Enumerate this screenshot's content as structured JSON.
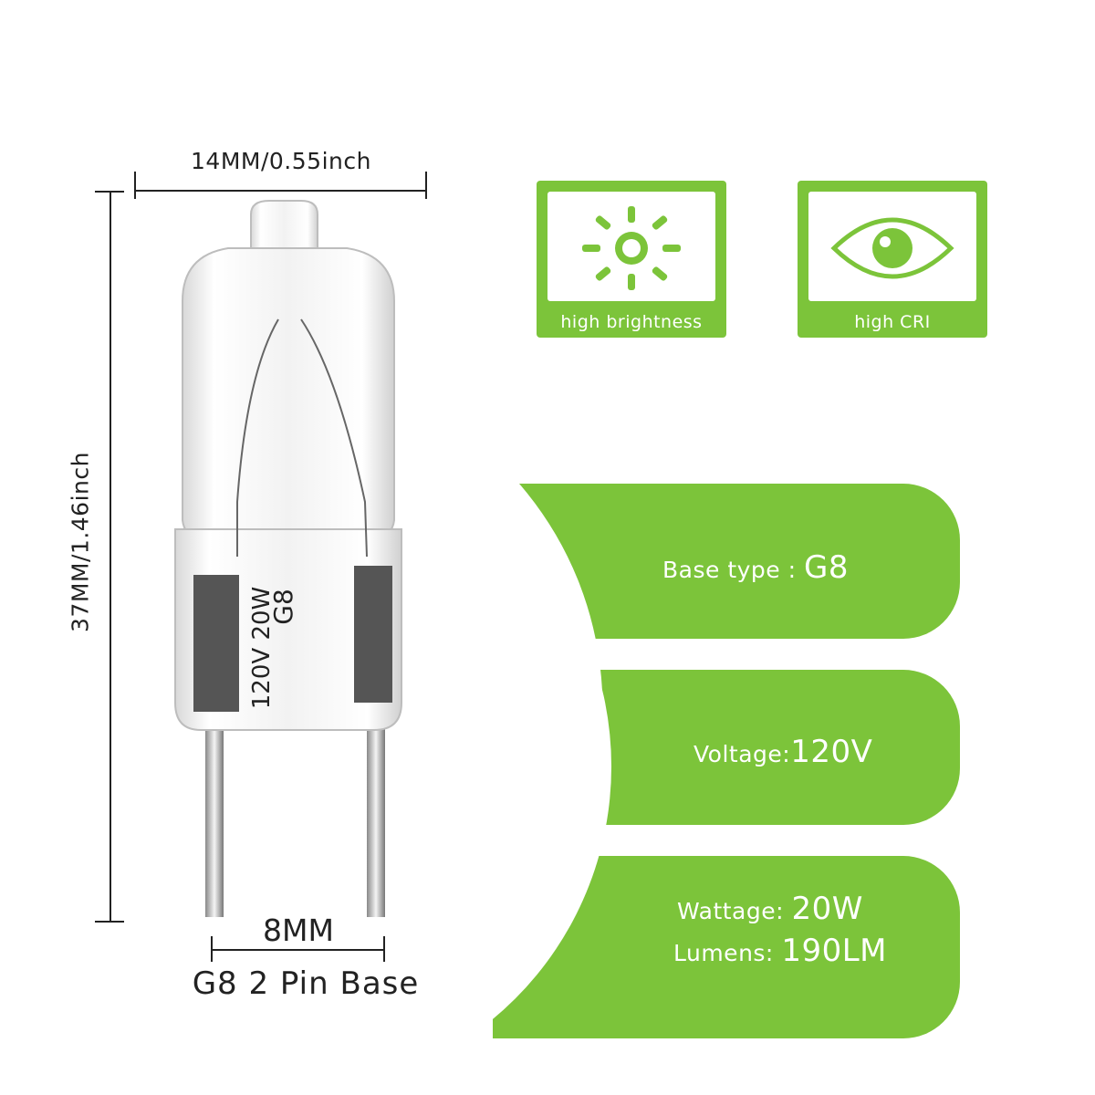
{
  "dimensions": {
    "width_label": "14MM/0.55inch",
    "height_label": "37MM/1.46inch",
    "pin_spacing_label": "8MM",
    "base_label": "G8 2 Pin Base"
  },
  "bulb": {
    "print_line1": "G8",
    "print_line2": "120V 20W"
  },
  "features": [
    {
      "icon": "sun-icon",
      "label": "high brightness"
    },
    {
      "icon": "eye-icon",
      "label": "high CRI"
    }
  ],
  "specs": [
    {
      "key": "Base type : ",
      "value": "G8"
    },
    {
      "key": "Voltage:",
      "value": "120V"
    },
    {
      "key": "Wattage: ",
      "value": "20W"
    },
    {
      "key": "Lumens: ",
      "value": "190LM"
    }
  ],
  "colors": {
    "accent_green": "#7cc43a",
    "text_dark": "#222222"
  }
}
